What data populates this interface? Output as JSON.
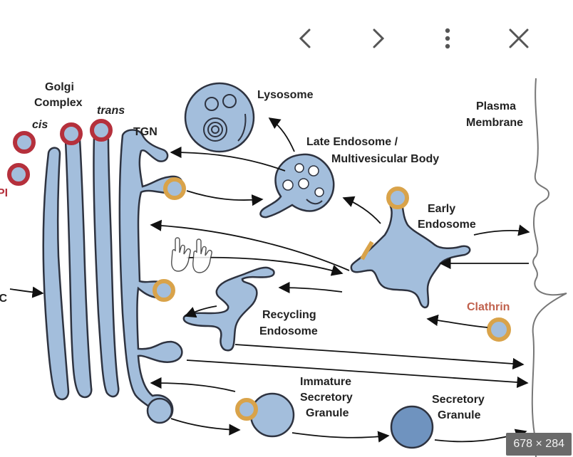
{
  "toolbar": {
    "prev_icon": "chevron-left-icon",
    "next_icon": "chevron-right-icon",
    "more_icon": "more-vertical-icon",
    "close_icon": "close-icon"
  },
  "diagram": {
    "labels": {
      "golgi_line1": "Golgi",
      "golgi_line2": "Complex",
      "cis": "cis",
      "trans": "trans",
      "tgn": "TGN",
      "lysosome": "Lysosome",
      "late_endosome_line1": "Late Endosome /",
      "late_endosome_line2": "Multivesicular Body",
      "plasma_line1": "Plasma",
      "plasma_line2": "Membrane",
      "early_line1": "Early",
      "early_line2": "Endosome",
      "recycling_line1": "Recycling",
      "recycling_line2": "Endosome",
      "clathrin": "Clathrin",
      "immature_line1": "Immature",
      "immature_line2": "Secretory",
      "immature_line3": "Granule",
      "secretory_line1": "Secretory",
      "secretory_line2": "Granule",
      "cut_pi": "PI",
      "cut_c": "IC"
    },
    "colors": {
      "organelle": "#a3bedc",
      "outline": "#2e3340",
      "clathrin_coat": "#d9a34a",
      "cop_coat": "#b5303c",
      "clathrin_text": "#c0614d"
    }
  },
  "image_dimensions": "678 × 284"
}
